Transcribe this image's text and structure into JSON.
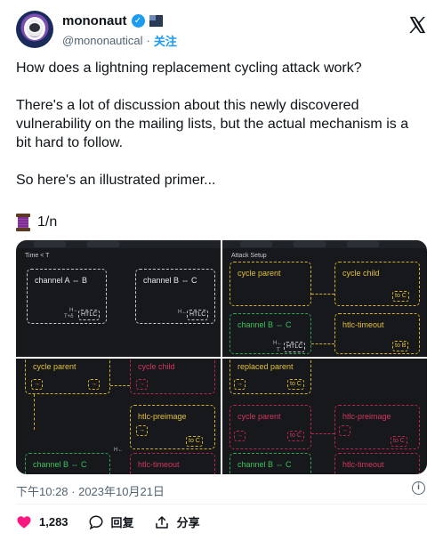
{
  "author": {
    "display_name": "mononaut",
    "handle": "@mononautical",
    "separator": "·",
    "follow_label": "关注"
  },
  "tweet": {
    "paragraphs": [
      "How does a lightning replacement cycling attack work?",
      "There's a lot of discussion about this newly discovered vulnerability on the mailing lists, but the actual mechanism is a bit hard to follow.",
      "So here's an illustrated primer..."
    ],
    "thread_marker": "1/n"
  },
  "media": {
    "panel1": {
      "title": "Time < T",
      "box_a": "channel A ⇔ B",
      "box_b": "channel B ⇔ C",
      "port": "HTLC",
      "h_label": "H←",
      "t_label": "T+δ"
    },
    "panel2": {
      "title": "Attack Setup",
      "cycle_parent": "cycle parent",
      "cycle_child": "cycle child",
      "channel_bc": "channel B ⇔ C",
      "htlc_timeout": "htlc-timeout",
      "port_toc": "to C",
      "port_tob": "to B",
      "port_htlc": "HTLC",
      "h_label": "H←",
      "t_label": "T"
    },
    "panel3": {
      "cycle_parent": "cycle parent",
      "cycle_child": "cycle child",
      "htlc_preimage": "htlc-preimage",
      "channel_bc": "channel B ⇔ C",
      "htlc_timeout": "htlc-timeout",
      "port_toc": "to C",
      "h_label": "H←"
    },
    "panel4": {
      "replaced_parent": "replaced parent",
      "cycle_parent": "cycle parent",
      "htlc_preimage": "htlc-preimage",
      "channel_bc": "channel B ⇔ C",
      "htlc_timeout": "htlc-timeout",
      "port_toc": "to C"
    }
  },
  "meta": {
    "timestamp": "下午10:28 · 2023年10月21日"
  },
  "actions": {
    "like_count": "1,283",
    "reply_label": "回复",
    "share_label": "分享"
  },
  "colors": {
    "accent": "#1d9bf0",
    "like": "#f91880",
    "yellow": "#d6b12a",
    "green": "#2ea84f",
    "red": "#b8254d"
  }
}
